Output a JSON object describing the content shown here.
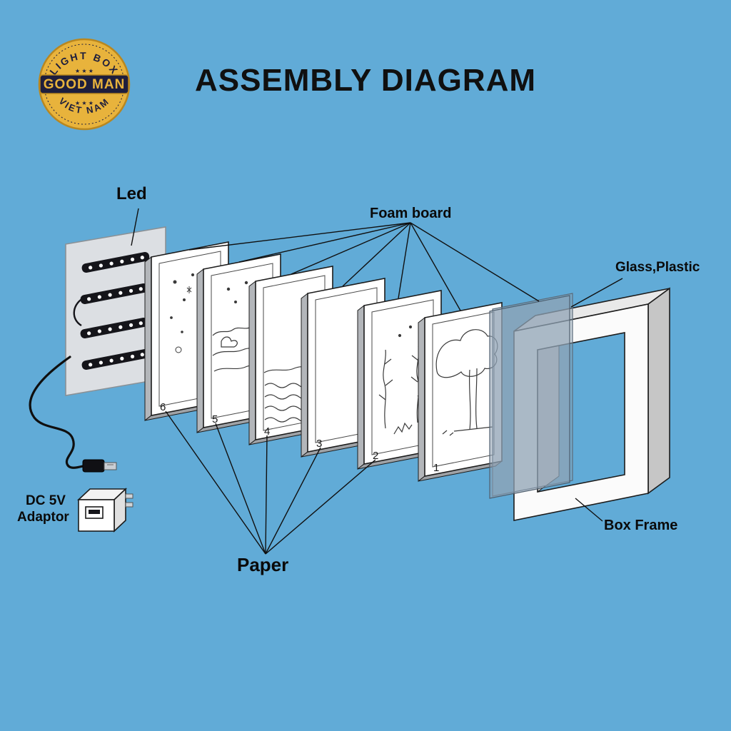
{
  "title": "ASSEMBLY DIAGRAM",
  "logo": {
    "arc_top": "LIGHT BOX",
    "name": "GOOD MAN",
    "arc_bottom": "VIET NAM",
    "stars": "★ ★ ★"
  },
  "labels": {
    "led": "Led",
    "foam_board": "Foam board",
    "glass_plastic": "Glass,Plastic",
    "box_frame": "Box Frame",
    "paper": "Paper",
    "adaptor_line1": "DC 5V",
    "adaptor_line2": "Adaptor"
  },
  "layer_numbers": [
    "6",
    "5",
    "4",
    "3",
    "2",
    "1"
  ],
  "colors": {
    "background": "#61ABD7",
    "gold": "#E8B33C",
    "navy": "#1E1E3C",
    "line": "#101010"
  }
}
